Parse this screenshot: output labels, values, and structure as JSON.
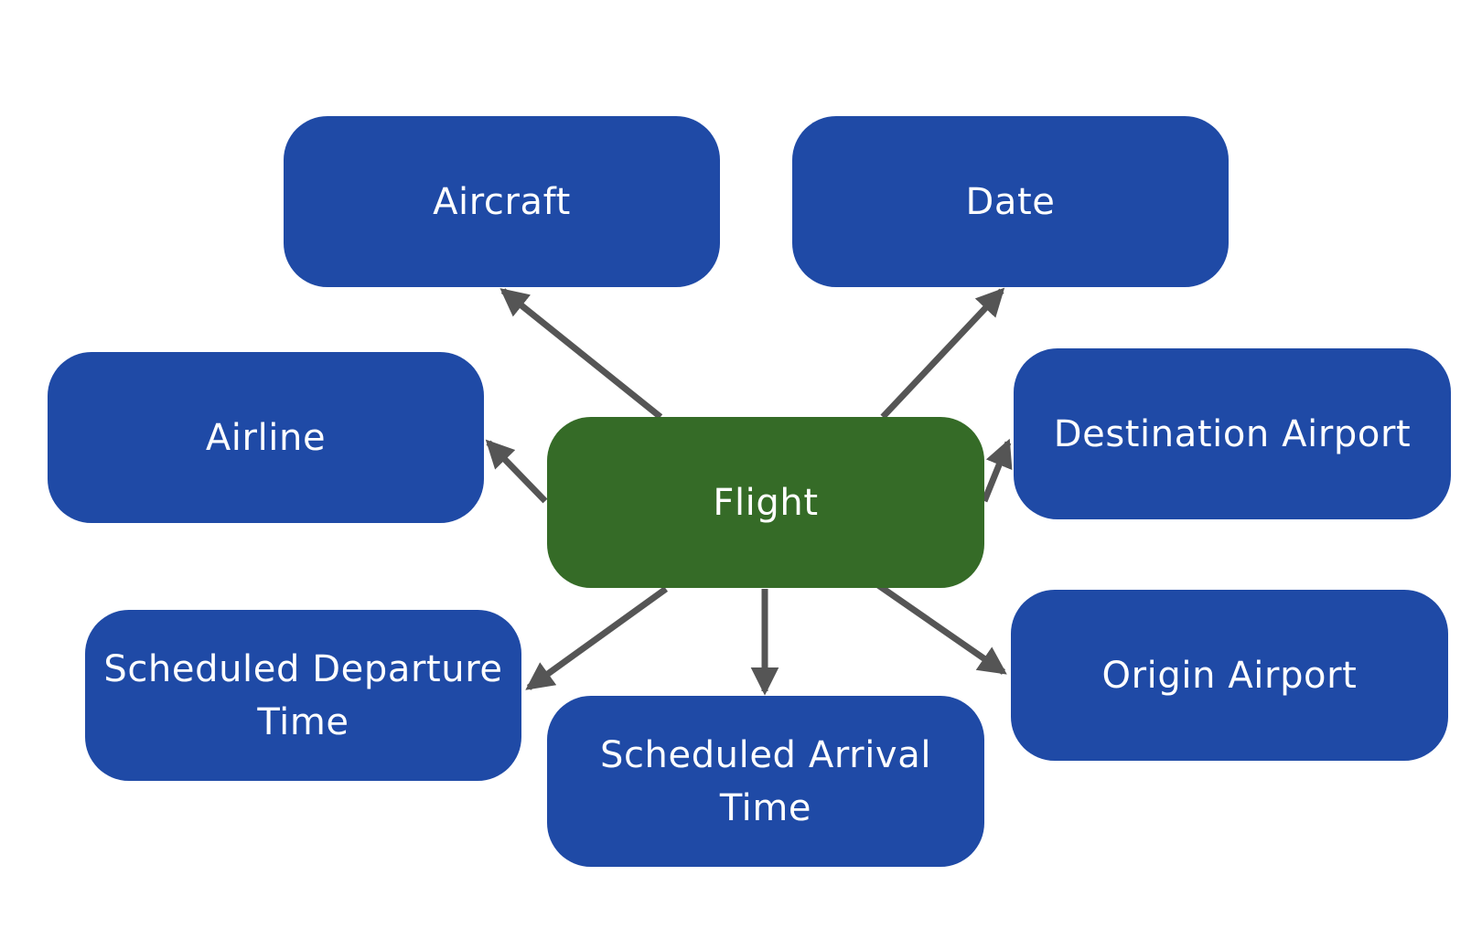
{
  "colors": {
    "entity": "#1f4aa6",
    "center": "#356b27",
    "arrow": "#555555",
    "label": "#ffffff"
  },
  "nodes": {
    "aircraft": "Aircraft",
    "date": "Date",
    "airline": "Airline",
    "flight": "Flight",
    "destination": "Destination Airport",
    "departure_line1": "Scheduled Departure",
    "departure_line2": "Time",
    "arrival_line1": "Scheduled Arrival",
    "arrival_line2": "Time",
    "origin": "Origin Airport"
  },
  "edges": [
    {
      "from": "flight",
      "to": "aircraft"
    },
    {
      "from": "flight",
      "to": "date"
    },
    {
      "from": "flight",
      "to": "airline"
    },
    {
      "from": "flight",
      "to": "destination"
    },
    {
      "from": "flight",
      "to": "departure"
    },
    {
      "from": "flight",
      "to": "arrival"
    },
    {
      "from": "flight",
      "to": "origin"
    }
  ]
}
